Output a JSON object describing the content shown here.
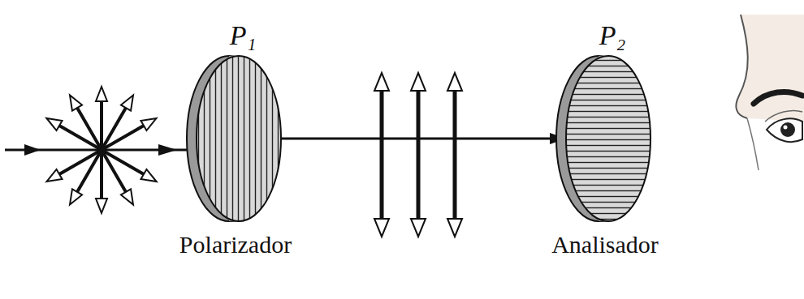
{
  "diagram": {
    "nodes": [
      {
        "text": [
          "P₁",
          "Polarizador"
        ]
      },
      {
        "text": [
          "P₂",
          "Analisador"
        ]
      }
    ],
    "edges": [
      {
        "from": 0,
        "to": 1,
        "arrow": "to"
      }
    ]
  }
}
